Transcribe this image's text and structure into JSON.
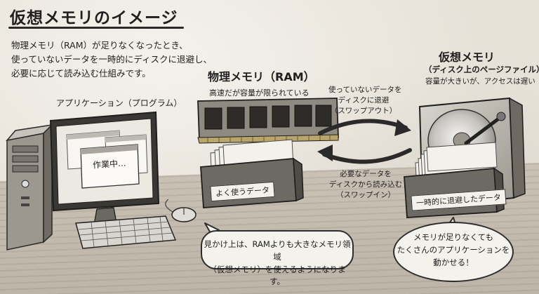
{
  "title": "仮想メモリのイメージ",
  "intro_lines": [
    "物理メモリ（RAM）が足りなくなったとき、",
    "使っていないデータを一時的にディスクに退避し、",
    "必要に応じて読み込む仕組みです。"
  ],
  "app": {
    "label": "アプリケーション（プログラム）",
    "screen_text": "作業中..."
  },
  "ram": {
    "title": "物理メモリ（RAM）",
    "subtitle": "高速だが容量が限られている",
    "box_label": "よく使うデータ"
  },
  "virtual_memory": {
    "title": "仮想メモリ",
    "subtitle": "（ディスク上のページファイル）",
    "note": "容量が大きいが、アクセスは遅い",
    "box_label": "一時的に退避したデータ"
  },
  "swap_out": {
    "line1": "使っていないデータを",
    "line2": "ディスクに退避",
    "line3": "（スワップアウト）"
  },
  "swap_in": {
    "line1": "必要なデータを",
    "line2": "ディスクから読み込む",
    "line3": "（スワップイン）"
  },
  "bubble_left": {
    "line1": "見かけ上は、RAMよりも大きなメモリ領域",
    "line2": "（仮想メモリ）を使えるようになります。"
  },
  "bubble_right": {
    "line1": "メモリが足りなくても",
    "line2": "たくさんのアプリケーションを",
    "line3": "動かせる！"
  }
}
